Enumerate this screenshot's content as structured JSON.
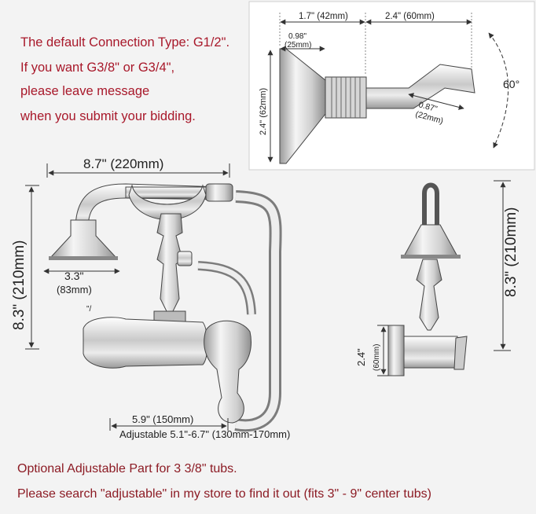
{
  "notes": {
    "line1": "The default Connection Type: G1/2\".",
    "line2": "If you want G3/8\" or G3/4\",",
    "line3": "please leave message",
    "line4": "when you submit your bidding."
  },
  "inset": {
    "dim_top_left": "1.7\" (42mm)",
    "dim_top_right": "2.4\" (60mm)",
    "dim_inner_top": "0.98\"",
    "dim_inner_bottom": "(25mm)",
    "dim_height": "2.4\" (62mm)",
    "dim_arm_top": "0.87\"",
    "dim_arm_bottom": "(22mm)",
    "angle": "60°"
  },
  "main": {
    "width_label": "8.7\" (220mm)",
    "height_label": "8.3\" (210mm)",
    "head_top": "3.3\"",
    "head_bottom": "(83mm)",
    "small_mark": "\"/",
    "center_label": "5.9\" (150mm)",
    "adjustable_label": "Adjustable 5.1\"-6.7\" (130mm-170mm)"
  },
  "side": {
    "height_label": "8.3\" (210mm)",
    "base_top": "2.4\"",
    "base_bottom": "(60mm)"
  },
  "footer": {
    "line1": "Optional Adjustable Part for 3 3/8\" tubs.",
    "line2": "Please search \"adjustable\" in my store to find it out (fits 3\" - 9\" center tubs)"
  },
  "colors": {
    "note_red": "#a8182a",
    "footer_red": "#8c1b24",
    "line": "#333333"
  }
}
